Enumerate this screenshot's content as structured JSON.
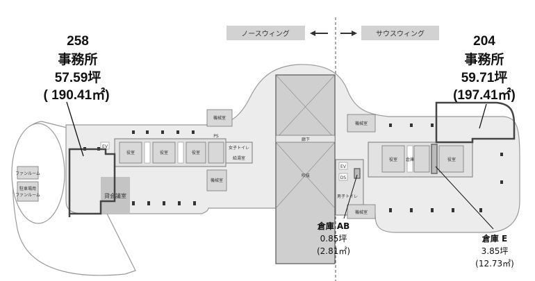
{
  "header": {
    "north_wing": "ノースウィング",
    "south_wing": "サウスウィング"
  },
  "office_left": {
    "number": "258",
    "type": "事務所",
    "tsubo": "57.59坪",
    "sqm": "( 190.41㎡)"
  },
  "office_right": {
    "number": "204",
    "type": "事務所",
    "tsubo": "59.71坪",
    "sqm": "(197.41㎡)"
  },
  "storage_ab": {
    "name": "倉庫 AB",
    "tsubo": "0.85坪",
    "sqm": "(2.81㎡)"
  },
  "storage_e": {
    "name": "倉庫 E",
    "tsubo": "3.85坪",
    "sqm": "(12.73㎡)"
  },
  "plan_labels": {
    "fan_room": "ファンルーム",
    "parking_fan_room_1": "駐車場用",
    "parking_fan_room_2": "ファンルーム",
    "rental_meeting_room": "貸会議室",
    "machine_room": "機械室",
    "corridor": "廊下",
    "atrium": "吹抜",
    "kitchenette": "給湯室",
    "womens_toilet": "女子トイレ",
    "mens_toilet": "男子トイレ",
    "ps": "PS",
    "ev": "EV",
    "ds": "DS",
    "room": "役室",
    "storage": "倉庫"
  }
}
